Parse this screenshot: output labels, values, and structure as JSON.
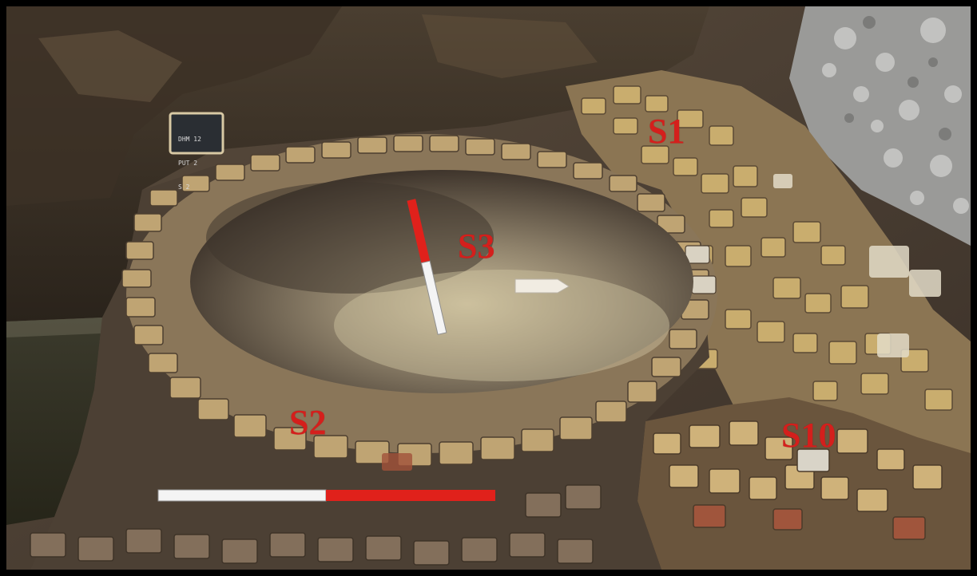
{
  "photo": {
    "subject": "archaeological excavation"
  },
  "labels": {
    "s1": "S1",
    "s2": "S2",
    "s3": "S3",
    "s10": "S10"
  },
  "slate": {
    "lines": [
      "DHM 12",
      "PUT 2",
      "S 2"
    ]
  },
  "colors": {
    "label_red": "#d41f1c",
    "border": "#000000",
    "scale_red": "#e0211b",
    "scale_white": "#f4f4f4"
  }
}
